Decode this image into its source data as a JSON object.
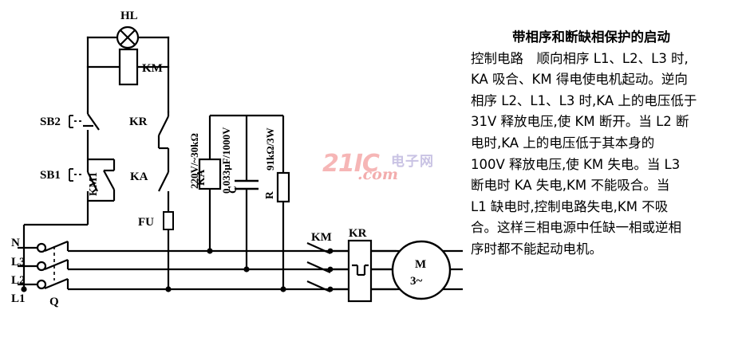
{
  "diagram": {
    "title_label": "phase-sequence-protection-starter-circuit",
    "components": {
      "lamp": "HL",
      "contactor_coil": "KM",
      "stop_button": "SB2",
      "start_button": "SB1",
      "holding_contact": "KM1",
      "thermal_relay_contact": "KR",
      "relay_contact": "KA",
      "relay_coil": "KA",
      "fuse": "FU",
      "capacitor": "C",
      "resistor": "R",
      "main_switch": "Q",
      "main_contacts": "KM",
      "thermal_relay": "KR",
      "motor": "M",
      "motor_type": "3~"
    },
    "ratings": {
      "relay_coil": "220V/~30kΩ",
      "capacitor": "0.033μF/1000V",
      "resistor": "91kΩ/3W"
    },
    "supply_lines": [
      "N",
      "L3",
      "L2",
      "L1"
    ]
  },
  "watermark": {
    "brand": "21IC",
    "domain": ".com",
    "chinese": "电子网"
  },
  "description": {
    "lines": [
      "带相序和断缺相保护的启动",
      "控制电路　顺向相序 L1、L2、L3 时,",
      "KA 吸合、KM 得电使电机起动。逆向",
      "相序 L2、L1、L3 时,KA 上的电压低于",
      "31V 释放电压,使 KM 断开。当 L2 断",
      "电时,KA 上的电压低于其本身的",
      "100V 释放电压,使 KM 失电。当 L3",
      "断电时 KA 失电,KM 不能吸合。当",
      "L1 缺电时,控制电路失电,KM 不吸",
      "合。这样三相电源中任缺一相或逆相",
      "序时都不能起动电机。"
    ]
  }
}
